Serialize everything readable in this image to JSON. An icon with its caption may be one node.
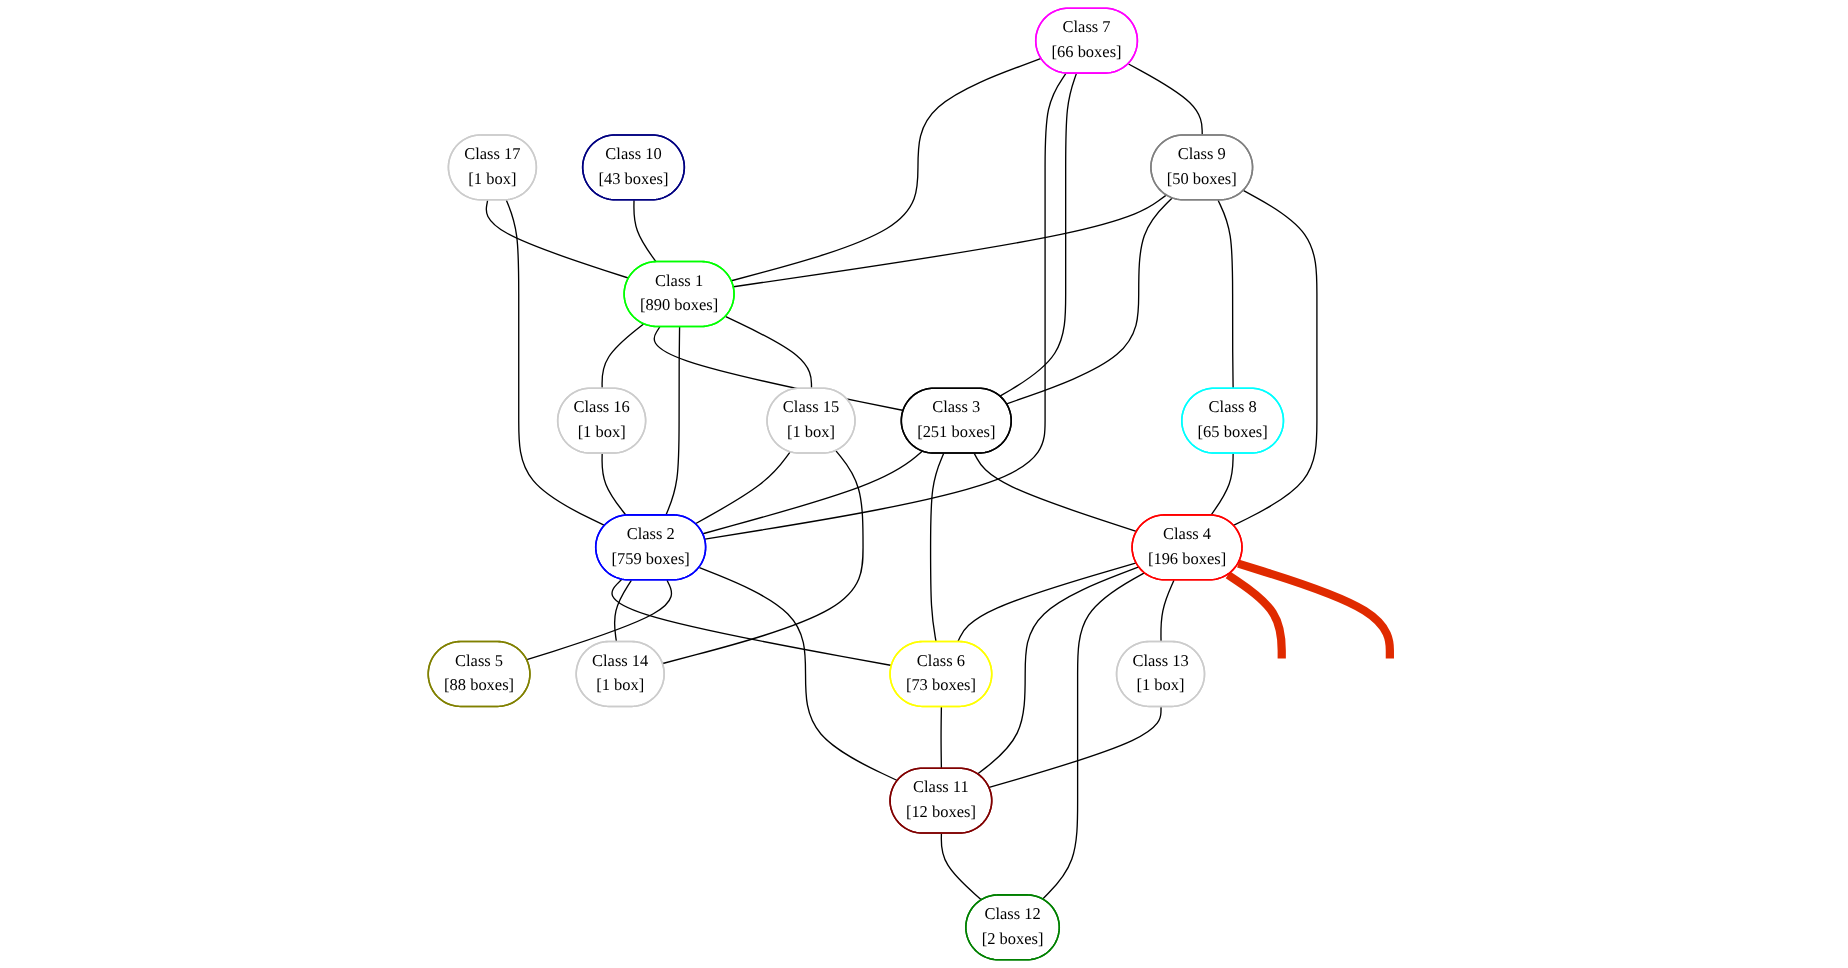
{
  "diagram": {
    "nodes": [
      {
        "text": [
          "Class 17",
          "[1 box]"
        ]
      },
      {
        "text": [
          "Class 10",
          "[43 boxes]"
        ]
      },
      {
        "text": [
          "Class 7",
          "[66 boxes]"
        ]
      },
      {
        "text": [
          "Class 9",
          "[50 boxes]"
        ]
      },
      {
        "text": [
          "Class 1",
          "[890 boxes]"
        ]
      },
      {
        "text": [
          "Class 16",
          "[1 box]"
        ]
      },
      {
        "text": [
          "Class 3",
          "[251 boxes]"
        ]
      },
      {
        "text": [
          "Class 8",
          "[65 boxes]"
        ]
      },
      {
        "text": [
          "Class 4",
          "[196 boxes]"
        ]
      },
      {
        "text": [
          "Class 15",
          "[1 box]"
        ]
      },
      {
        "text": [
          "Class 2",
          "[759 boxes]"
        ]
      },
      {
        "text": [
          "Class 6",
          "[73 boxes]"
        ]
      },
      {
        "text": [
          "Class 13",
          "[1 box]"
        ]
      },
      {
        "text": [
          "Class 14",
          "[1 box]"
        ]
      },
      {
        "text": [
          "Class 5",
          "[88 boxes]"
        ]
      },
      {
        "text": [
          "Class 11",
          "[12 boxes]"
        ]
      },
      {
        "text": [
          "Class 12",
          "[2 boxes]"
        ]
      }
    ],
    "edges": [
      {
        "from": 0,
        "to": 4,
        "arrow": "none"
      },
      {
        "from": 0,
        "to": 10,
        "arrow": "none"
      },
      {
        "from": 1,
        "to": 4,
        "arrow": "none"
      },
      {
        "from": 2,
        "to": 4,
        "arrow": "none"
      },
      {
        "from": 2,
        "to": 10,
        "arrow": "none"
      },
      {
        "from": 2,
        "to": 6,
        "arrow": "none"
      },
      {
        "from": 2,
        "to": 3,
        "arrow": "none"
      },
      {
        "from": 3,
        "to": 4,
        "arrow": "none"
      },
      {
        "from": 3,
        "to": 6,
        "arrow": "none"
      },
      {
        "from": 3,
        "to": 7,
        "arrow": "none"
      },
      {
        "from": 3,
        "to": 8,
        "arrow": "none"
      },
      {
        "from": 4,
        "to": 5,
        "arrow": "none"
      },
      {
        "from": 4,
        "to": 6,
        "arrow": "none"
      },
      {
        "from": 4,
        "to": 10,
        "arrow": "none"
      },
      {
        "from": 4,
        "to": 9,
        "arrow": "none"
      },
      {
        "from": 5,
        "to": 10,
        "arrow": "none"
      },
      {
        "from": 6,
        "to": 10,
        "arrow": "none"
      },
      {
        "from": 6,
        "to": 11,
        "arrow": "none"
      },
      {
        "from": 6,
        "to": 8,
        "arrow": "none"
      },
      {
        "from": 7,
        "to": 8,
        "arrow": "none"
      },
      {
        "from": 8,
        "to": 11,
        "arrow": "none"
      },
      {
        "from": 8,
        "to": 15,
        "arrow": "none"
      },
      {
        "from": 8,
        "to": 16,
        "arrow": "none"
      },
      {
        "from": 8,
        "to": 12,
        "arrow": "none"
      },
      {
        "from": 9,
        "to": 10,
        "arrow": "none"
      },
      {
        "from": 9,
        "to": 13,
        "arrow": "none"
      },
      {
        "from": 10,
        "to": 11,
        "arrow": "none"
      },
      {
        "from": 10,
        "to": 13,
        "arrow": "none"
      },
      {
        "from": 10,
        "to": 14,
        "arrow": "none"
      },
      {
        "from": 10,
        "to": 15,
        "arrow": "none"
      },
      {
        "from": 11,
        "to": 15,
        "arrow": "none"
      },
      {
        "from": 12,
        "to": 15,
        "arrow": "none"
      },
      {
        "from": 15,
        "to": 16,
        "arrow": "none"
      },
      {
        "from": 8,
        "to": null,
        "arrow": "none",
        "style": "thick",
        "color": "#e02a00"
      },
      {
        "from": 8,
        "to": null,
        "arrow": "none",
        "style": "thick",
        "color": "#e02a00"
      }
    ]
  }
}
